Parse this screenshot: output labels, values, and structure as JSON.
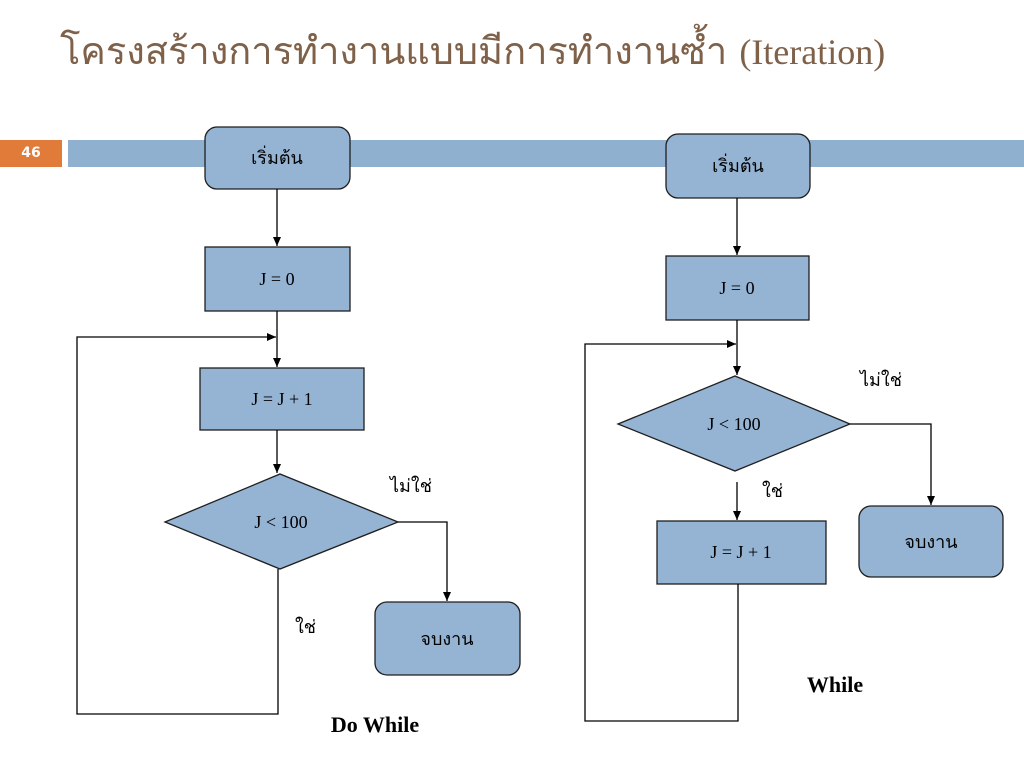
{
  "slide": {
    "title_thai": "โครงสร้างการทำงานแบบมีการทำงานซ้ำ",
    "title_latin": "(Iteration)",
    "page_number": "46"
  },
  "colors": {
    "title": "#7f6049",
    "accent_bar": "#8fb0ce",
    "page_badge": "#e07b3a",
    "node_fill": "#95b3d3"
  },
  "do_while": {
    "caption": "Do While",
    "start": "เริ่มต้น",
    "init": "J = 0",
    "increment": "J = J + 1",
    "condition": "J < 100",
    "yes_label": "ใช่",
    "no_label": "ไม่ใช่",
    "end": "จบงาน"
  },
  "while_loop": {
    "caption": "While",
    "start": "เริ่มต้น",
    "init": "J = 0",
    "condition": "J < 100",
    "yes_label": "ใช่",
    "no_label": "ไม่ใช่",
    "increment": "J = J + 1",
    "end": "จบงาน"
  }
}
